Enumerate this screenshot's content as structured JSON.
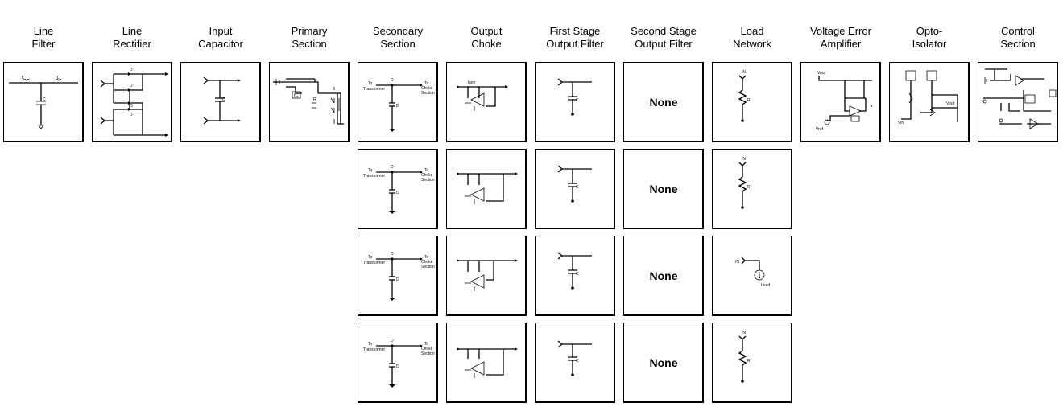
{
  "columns": [
    {
      "id": "line-filter",
      "l1": "Line",
      "l2": "Filter"
    },
    {
      "id": "line-rectifier",
      "l1": "Line",
      "l2": "Rectifier"
    },
    {
      "id": "input-capacitor",
      "l1": "Input",
      "l2": "Capacitor"
    },
    {
      "id": "primary-section",
      "l1": "Primary",
      "l2": "Section"
    },
    {
      "id": "secondary-section",
      "l1": "Secondary",
      "l2": "Section"
    },
    {
      "id": "output-choke",
      "l1": "Output",
      "l2": "Choke"
    },
    {
      "id": "first-stage-output-filter",
      "l1": "First Stage",
      "l2": "Output Filter"
    },
    {
      "id": "second-stage-output-filter",
      "l1": "Second Stage",
      "l2": "Output Filter"
    },
    {
      "id": "load-network",
      "l1": "Load",
      "l2": "Network"
    },
    {
      "id": "voltage-error-amplifier",
      "l1": "Voltage Error",
      "l2": "Amplifier"
    },
    {
      "id": "opto-isolator",
      "l1": "Opto-",
      "l2": "Isolator"
    },
    {
      "id": "control-section",
      "l1": "Control",
      "l2": "Section"
    }
  ],
  "none_label": "None",
  "labels": {
    "lf_l1": "L",
    "lf_l2": "L",
    "lf_c": "C",
    "d1": "D",
    "d2": "D",
    "cin": "C",
    "to_transformer": "To",
    "transformer": "Transformer",
    "to": "To",
    "choke": "Choke",
    "section": "Section",
    "cout": "C",
    "rload": "R",
    "load": "Load",
    "in": "IN"
  }
}
